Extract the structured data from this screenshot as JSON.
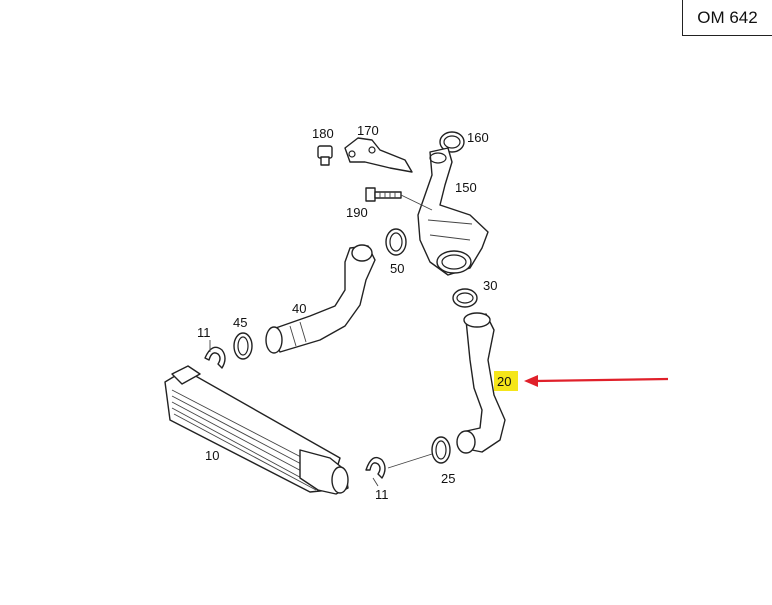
{
  "engine_code": "OM 642",
  "callouts": [
    {
      "id": "180",
      "label": "180"
    },
    {
      "id": "170",
      "label": "170"
    },
    {
      "id": "160",
      "label": "160"
    },
    {
      "id": "150",
      "label": "150"
    },
    {
      "id": "190",
      "label": "190"
    },
    {
      "id": "50",
      "label": "50"
    },
    {
      "id": "40",
      "label": "40"
    },
    {
      "id": "30",
      "label": "30"
    },
    {
      "id": "45",
      "label": "45"
    },
    {
      "id": "11a",
      "label": "11"
    },
    {
      "id": "20",
      "label": "20"
    },
    {
      "id": "10",
      "label": "10"
    },
    {
      "id": "25",
      "label": "25"
    },
    {
      "id": "11b",
      "label": "11"
    }
  ],
  "colors": {
    "highlight": "#f5e61a",
    "arrow": "#e0202a",
    "line": "#222222"
  }
}
